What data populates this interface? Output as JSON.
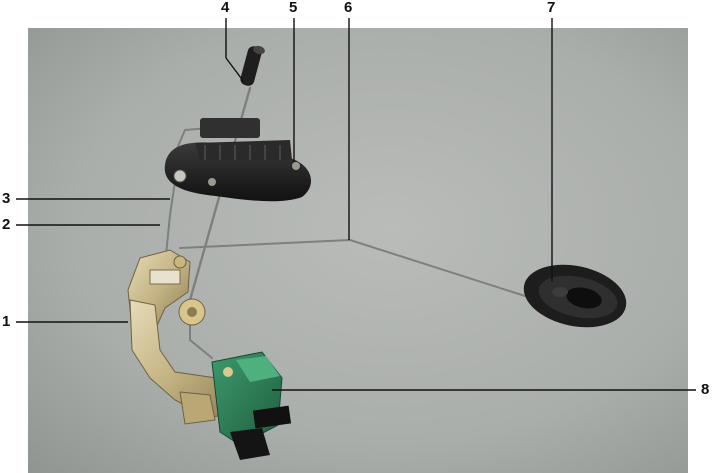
{
  "callouts": {
    "c1": "1",
    "c2": "2",
    "c3": "3",
    "c4": "4",
    "c5": "5",
    "c6": "6",
    "c7": "7",
    "c8": "8"
  },
  "colors": {
    "background": "#a9aca9",
    "metal": "#c8b98a",
    "plastic": "#1c1c1c",
    "lock_module": "#2c7f56",
    "rod": "#8a8c8a"
  }
}
